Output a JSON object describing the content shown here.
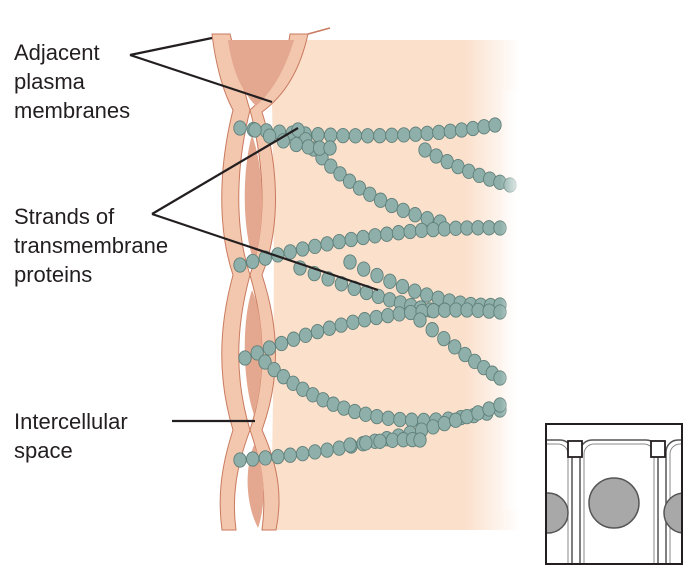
{
  "labels": {
    "adjacent_membranes": [
      "Adjacent",
      "plasma",
      "membranes"
    ],
    "strands": [
      "Strands of",
      "transmembrane",
      "proteins"
    ],
    "intercellular": [
      "Intercellular",
      "space"
    ]
  },
  "colors": {
    "cell": "#fbe0cc",
    "membrane": "#e9a98a",
    "membrane_edge": "#c97a5f",
    "space": "#e8b79f",
    "bead": "#8fb0aa",
    "bead_edge": "#5f7f79",
    "leader": "#231f20",
    "inset_nucleus": "#a8a8a8"
  },
  "icons": {
    "inset": "cell-layer-locator-icon"
  }
}
